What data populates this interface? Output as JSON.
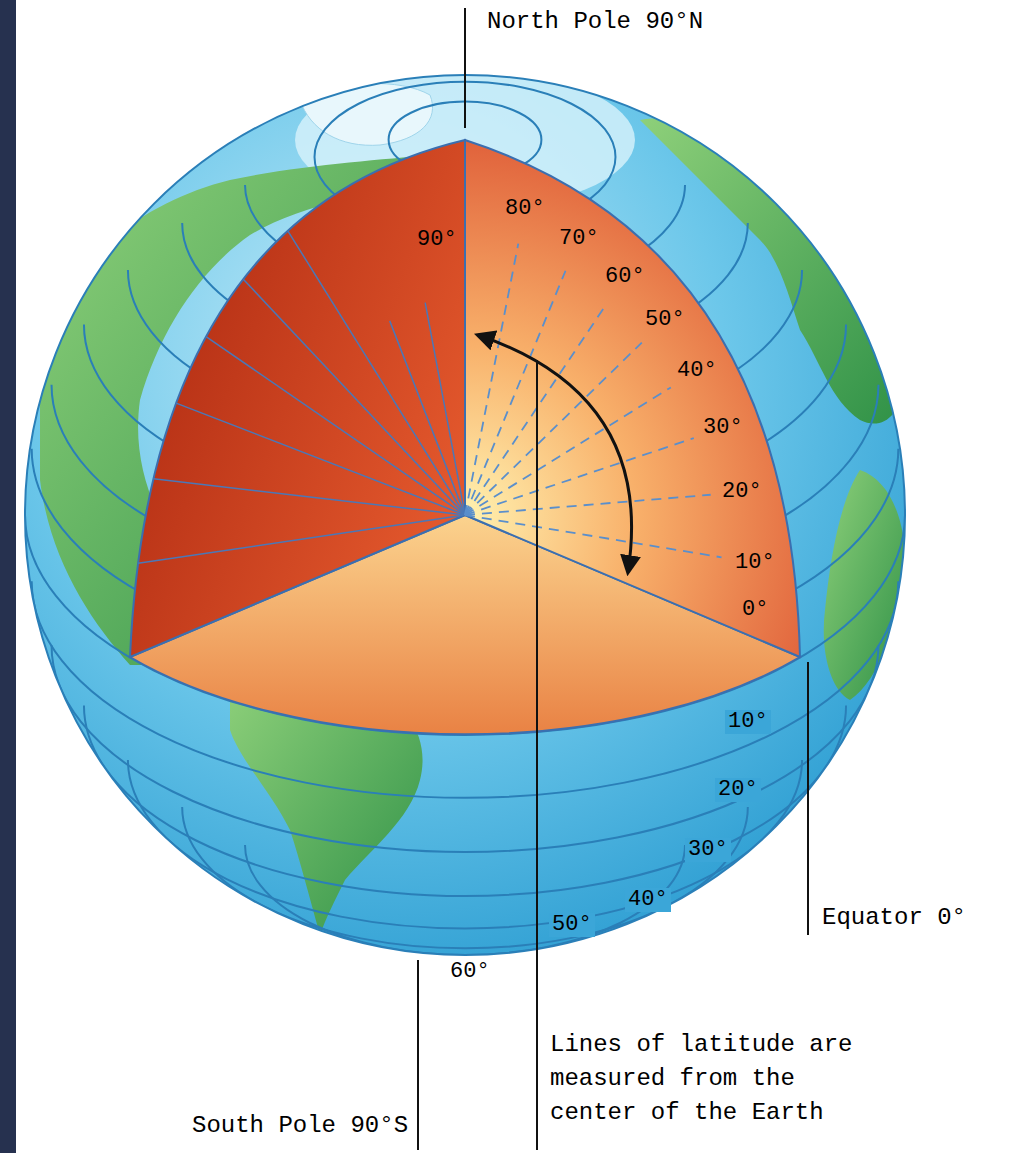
{
  "diagram": {
    "labels": [
      "North Pole 90°N",
      "90°",
      "80°",
      "70°",
      "60°",
      "50°",
      "40°",
      "30°",
      "20°",
      "10°",
      "0°",
      "10°",
      "20°",
      "30°",
      "40°",
      "50°",
      "60°",
      "Equator 0°",
      "South Pole 90°S",
      "Lines of latitude are measured from the center of the Earth"
    ]
  }
}
